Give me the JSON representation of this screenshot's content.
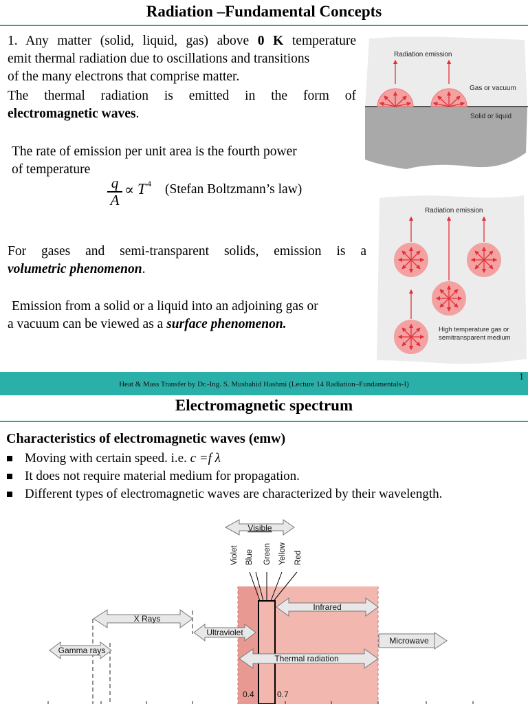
{
  "slide1": {
    "title": "Radiation –Fundamental Concepts",
    "p1_line1_pre": "1. Any matter (solid, liquid, gas) above ",
    "p1_bold": "0 K",
    "p1_line1_post": " temperature",
    "p1_line2": "emit thermal radiation due to oscillations and transitions",
    "p1_line3": "of the many electrons that comprise matter.",
    "p2_line1": "The thermal radiation is emitted in the form of",
    "p2_bold": "electromagnetic waves",
    "p2_end": ".",
    "p3_line1": "The rate of emission  per unit area is the  fourth power",
    "p3_line2": "of temperature",
    "eq_num": "q",
    "eq_den": "A",
    "eq_prop": "∝",
    "eq_T": "T",
    "eq_exp": "4",
    "eq_label": "(Stefan Boltzmann’s law)",
    "p4_line1": "For gases and   semi-transparent solids, emission is a",
    "p4_emph": "volumetric phenomenon",
    "p4_end": ".",
    "p5_line1": "Emission from a solid or a liquid into an adjoining gas or",
    "p5_line2_pre": "a vacuum can be viewed as a ",
    "p5_emph": "surface phenomenon.",
    "fig1": {
      "radiation_emission": "Radiation emission",
      "gas_or_vacuum": "Gas or vacuum",
      "solid_or_liquid": "Solid or liquid"
    },
    "fig2": {
      "radiation_emission": "Radiation emission",
      "medium_line1": "High temperature gas or",
      "medium_line2": "semitransparent medium"
    },
    "footer": "Heat & Mass Transfer   by   Dr.-Ing. S. Mushahid Hashmi  (Lecture 14 Radiation–Fundamentals-I)",
    "page_number": "1"
  },
  "slide2": {
    "title": "Electromagnetic spectrum",
    "subhead": "Characteristics of electromagnetic waves (emw)",
    "bullets": [
      {
        "pre": "Moving with certain speed. i.e. ",
        "formula": "c =f λ"
      },
      {
        "pre": "It does not require material medium for propagation.",
        "formula": ""
      },
      {
        "pre": "Different types of electromagnetic waves are characterized by their wavelength.",
        "formula": ""
      }
    ],
    "spectrum": {
      "visible": "Visible",
      "colors": [
        "Violet",
        "Blue",
        "Green",
        "Yellow",
        "Red"
      ],
      "infrared": "Infrared",
      "x_rays": "X Rays",
      "ultraviolet": "Ultraviolet",
      "gamma_rays": "Gamma rays",
      "microwave": "Microwave",
      "thermal_radiation": "Thermal radiation",
      "tick_04": "0.4",
      "tick_07": "0.7"
    },
    "colors": {
      "accent": "#29a3a3",
      "footer_bg": "#2ab0a8",
      "thermal_band": "#f2b8b0",
      "arrow_red": "#e0303a"
    }
  }
}
